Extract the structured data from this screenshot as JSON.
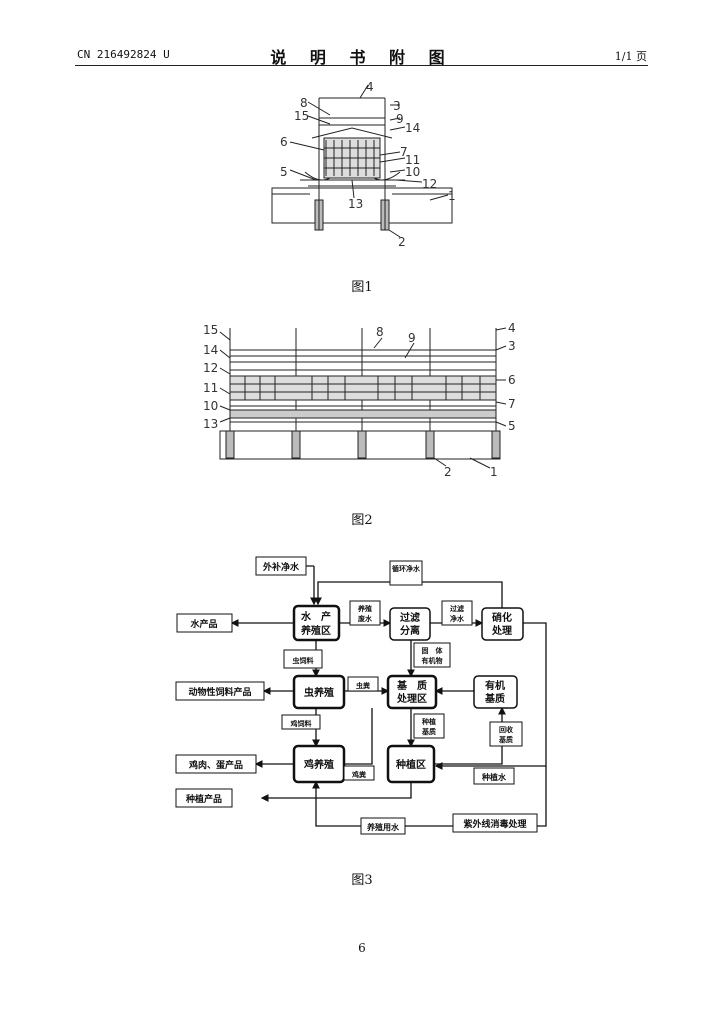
{
  "header": {
    "doc_number": "CN 216492824 U",
    "title": "说 明 书 附 图",
    "page_info": "1/1 页"
  },
  "figure1": {
    "caption": "图1",
    "labels": [
      "1",
      "2",
      "3",
      "4",
      "5",
      "6",
      "7",
      "8",
      "9",
      "10",
      "11",
      "12",
      "13",
      "14",
      "15"
    ]
  },
  "figure2": {
    "caption": "图2",
    "labels": [
      "1",
      "2",
      "3",
      "4",
      "5",
      "6",
      "7",
      "8",
      "9",
      "10",
      "11",
      "12",
      "13",
      "14",
      "15"
    ]
  },
  "figure3": {
    "caption": "图3",
    "boxes": {
      "external_water": "外补净水",
      "circulating_water": "循环净水",
      "aquatic_zone_1": "水　产",
      "aquatic_zone_2": "养殖区",
      "breeding_wastewater_1": "养殖",
      "breeding_wastewater_2": "废水",
      "filter_sep_1": "过滤",
      "filter_sep_2": "分离",
      "filtered_water_1": "过滤",
      "filtered_water_2": "净水",
      "nitrify_1": "硝化",
      "nitrify_2": "处理",
      "aquatic_products": "水产品",
      "insect_feed": "虫饲料",
      "solid_organic_1": "固　体",
      "solid_organic_2": "有机物",
      "animal_feed_products": "动物性饲料产品",
      "insect_farm": "虫养殖",
      "insect_dung": "虫粪",
      "substrate_1": "基　质",
      "substrate_2": "处理区",
      "organic_1": "有机",
      "organic_2": "基质",
      "chicken_feed": "鸡饲料",
      "planting_substrate_1": "种植",
      "planting_substrate_2": "基质",
      "recycled_1": "回收",
      "recycled_2": "基质",
      "meat_egg_products": "鸡肉、蛋产品",
      "chicken_farm": "鸡养殖",
      "chicken_manure": "鸡粪",
      "planting_zone": "种植区",
      "planting_water": "种植水",
      "planting_products": "种植产品",
      "breeding_water": "养殖用水",
      "uv_disinfect": "紫外线消毒处理"
    }
  },
  "page_number": "6"
}
